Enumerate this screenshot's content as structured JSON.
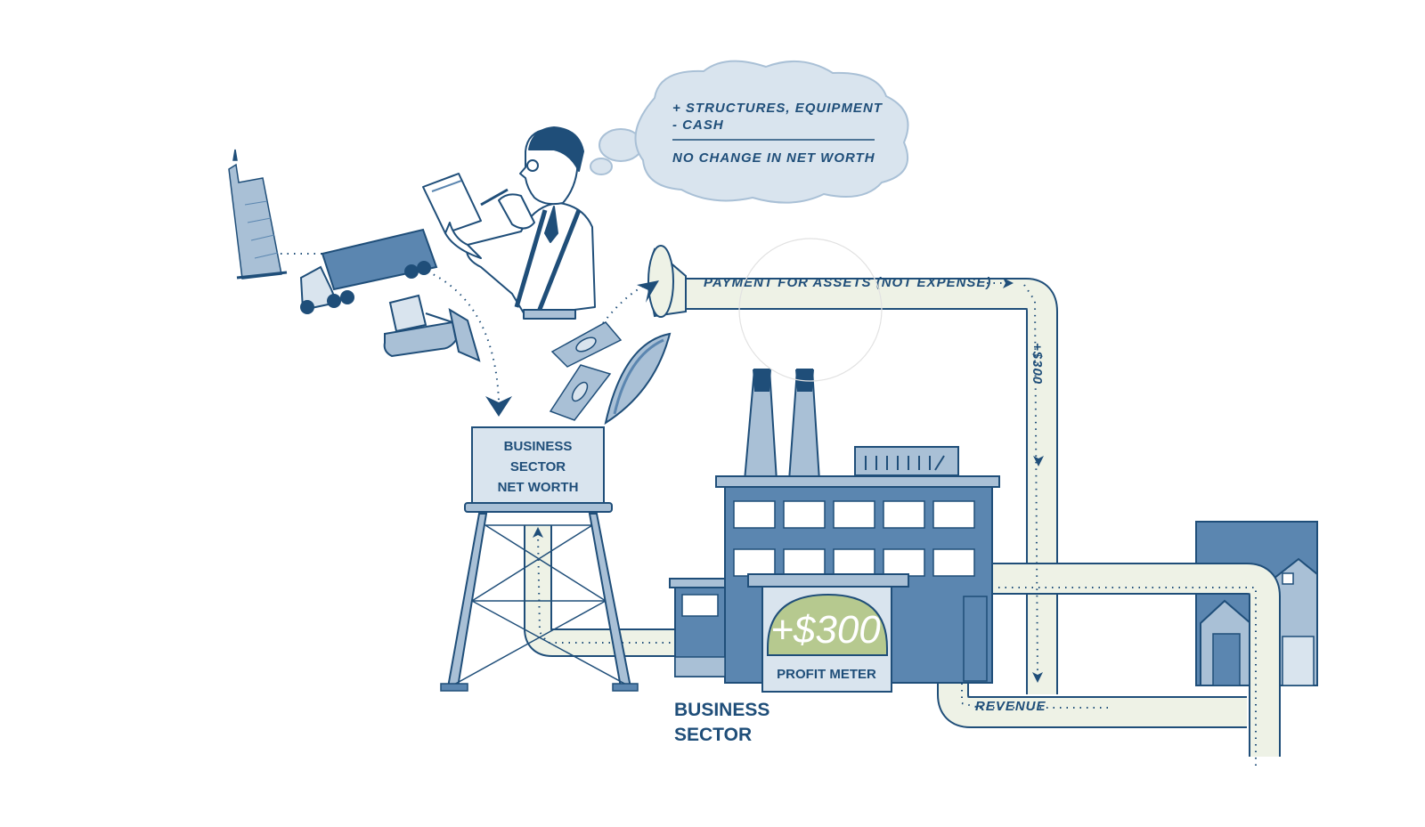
{
  "thought_bubble": {
    "line1": "+ STRUCTURES, EQUIPMENT",
    "line2": "- CASH",
    "result": "NO CHANGE IN NET WORTH"
  },
  "pipe_top_label": "PAYMENT FOR ASSETS (NOT EXPENSE)",
  "pipe_vertical_label": "+$300",
  "revenue_label": "REVENUE",
  "tank": {
    "line1": "BUSINESS",
    "line2": "SECTOR",
    "line3": "NET WORTH"
  },
  "meter": {
    "value": "+$300",
    "label": "PROFIT METER"
  },
  "sector_label": {
    "line1": "BUSINESS",
    "line2": "SECTOR"
  },
  "colors": {
    "navy": "#1f4e79",
    "mid_blue": "#5b86b0",
    "light_blue": "#a9c0d6",
    "pale_blue": "#d9e4ee",
    "pipe_fill": "#eef2e6",
    "meter_green": "#b6c98f"
  }
}
